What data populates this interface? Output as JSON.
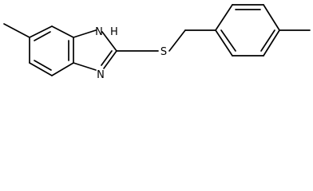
{
  "molecule": {
    "atoms": {
      "nh": "H",
      "n_nh": "N",
      "n_imine": "N",
      "s": "S"
    }
  },
  "colors": {
    "bond": "#000000",
    "label": "#000000",
    "background": "#ffffff"
  }
}
